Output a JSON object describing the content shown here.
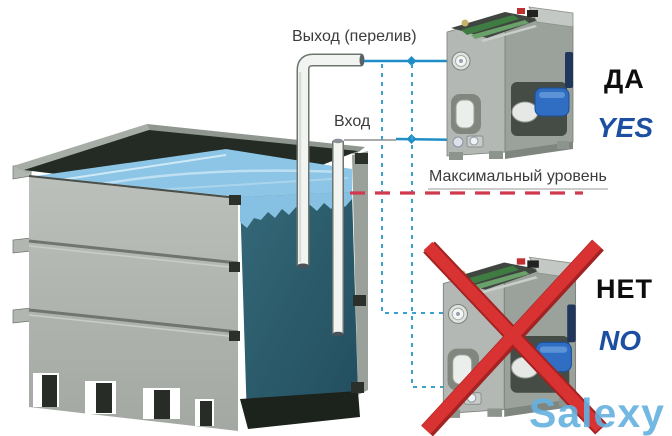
{
  "annotations": {
    "outlet_label": "Выход (перелив)",
    "inlet_label": "Вход",
    "max_level_label": "Максимальный уровень"
  },
  "verdict_top": {
    "ru": "ДА",
    "en": "YES"
  },
  "verdict_bottom": {
    "ru": "НЕТ",
    "en": "NO"
  },
  "watermark": "Salexy",
  "colors": {
    "connector_blue": "#1f8dc6",
    "dashed_blue": "#3aa0cc",
    "max_level_red": "#d13a4e",
    "verdict_en_blue": "#1c4fa2",
    "watermark_blue": "#63b1e1",
    "cross_red": "#d32d2d",
    "water_surface_blue": "#8cc5e5",
    "water_body_teal": "#2d5f70",
    "tank_gray": "#b4b8b3"
  }
}
